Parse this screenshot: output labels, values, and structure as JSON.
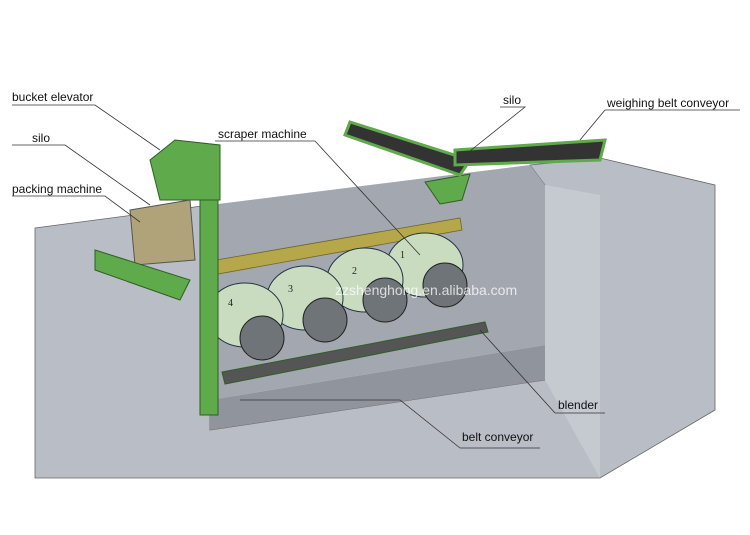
{
  "labels": {
    "bucket_elevator": "bucket elevator",
    "silo_left": "silo",
    "packing_machine": "packing machine",
    "scraper_machine": "scraper machine",
    "silo_right": "silo",
    "weighing_belt_conveyor": "weighing belt conveyor",
    "blender": "blender",
    "belt_conveyor": "belt conveyor"
  },
  "drum_numbers": [
    "1",
    "2",
    "3",
    "4"
  ],
  "watermark": "zzshenghong.en.alibaba.com",
  "colors": {
    "machine_green": "#5faa4a",
    "drum": "#c9dcc0",
    "pit": "#a8acb4",
    "scraper": "#b6a84a"
  }
}
